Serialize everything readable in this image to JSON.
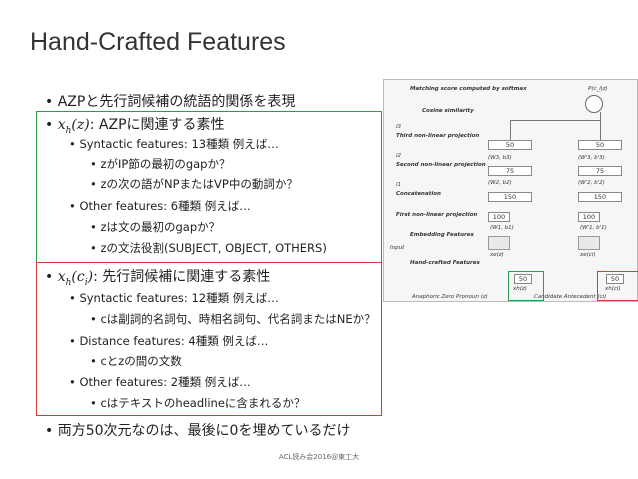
{
  "title": "Hand-Crafted Features",
  "bullets": {
    "b1": "AZPと先行詞候補の統語的関係を表現",
    "b2_var": "x",
    "b2_sub": "h",
    "b2_arg": "(z)",
    "b2_text": ": AZPに関連する素性",
    "b2_1": "Syntactic features: 13種類 例えば…",
    "b2_1_1": "zがIP節の最初のgapか？",
    "b2_1_2": "zの次の語がNPまたはVP中の動詞か？",
    "b2_2": "Other features: 6種類 例えば…",
    "b2_2_1": "zは文の最初のgapか？",
    "b2_2_2": "zの文法役割(SUBJECT, OBJECT, OTHERS)",
    "b3_var": "x",
    "b3_sub": "h",
    "b3_arg_pre": "(c",
    "b3_arg_sub": "i",
    "b3_arg_post": ")",
    "b3_text": ": 先行詞候補に関連する素性",
    "b3_1": "Syntactic features: 12種類 例えば…",
    "b3_1_1": "cは副詞的名詞句、時相名詞句、代名詞またはNEか？",
    "b3_2": "Distance features: 4種類 例えば…",
    "b3_2_1": "cとzの間の文数",
    "b3_3": "Other features: 2種類 例えば…",
    "b3_3_1": "cはテキストのheadlineに含まれるか？",
    "b4": "両方50次元なのは、最後に0を埋めているだけ"
  },
  "diagram": {
    "score_label": "Matching score computed by softmax",
    "cos_label": "Cosine similarity",
    "third_label": "Third non-linear projection",
    "second_label": "Second non-linear projection",
    "concat_label": "Concatenation",
    "first_label": "First non-linear projection",
    "embed_label": "Embedding Features",
    "input_label": "Input",
    "hand_label": "Hand-crafted Features",
    "prob": "P(c_i|z)",
    "l3": "l3",
    "l2": "l2",
    "l1": "l1",
    "w3": "(W3, b3)",
    "w2": "(W2, b2)",
    "w1": "(W1, b1)",
    "w3r": "(W'3, b'3)",
    "w2r": "(W'2, b'2)",
    "w1r": "(W'1, b'1)",
    "n50": "50",
    "n75": "75",
    "n150": "150",
    "n100": "100",
    "xe_l": "xe(z)",
    "xe_r": "xe(ci)",
    "xh_l": "xh(z)",
    "xh_r": "xh(ci)",
    "bottom_l": "Anaphoric Zero Pronoun (z)",
    "bottom_r": "Candidate Antecedent (ci)"
  },
  "footer": "ACL読み会2016@東工大"
}
